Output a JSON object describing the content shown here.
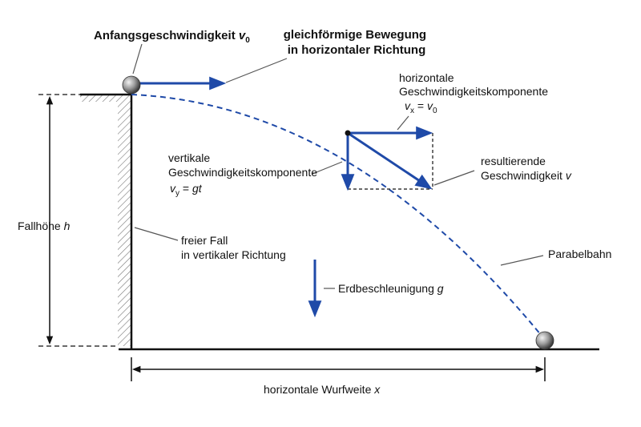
{
  "colors": {
    "accent": "#1f4aa8",
    "ink": "#111111",
    "leader": "#555555",
    "hatch": "#777777"
  },
  "labels": {
    "initial_velocity": {
      "text": "Anfangsgeschwindigkeit",
      "symbol": "v",
      "subscript": "0"
    },
    "uniform_motion_line1": "gleichförmige Bewegung",
    "uniform_motion_line2": "in horizontaler Richtung",
    "horizontal_component_line1": "horizontale",
    "horizontal_component_line2": "Geschwindigkeitskomponente",
    "horizontal_component_formula": {
      "symbol": "v",
      "subscript": "x",
      "rhs_symbol": "v",
      "rhs_subscript": "0"
    },
    "vertical_component_line1": "vertikale",
    "vertical_component_line2": "Geschwindigkeitskomponente",
    "vertical_component_formula": {
      "symbol": "v",
      "subscript": "y",
      "rhs": "gt"
    },
    "resulting_velocity_line1": "resultierende",
    "resulting_velocity_line2": "Geschwindigkeit",
    "resulting_velocity_symbol": "v",
    "drop_height": {
      "text": "Fallhöhe",
      "symbol": "h"
    },
    "free_fall_line1": "freier Fall",
    "free_fall_line2": "in vertikaler Richtung",
    "gravity": {
      "text": "Erdbeschleunigung",
      "symbol": "g"
    },
    "trajectory": "Parabelbahn",
    "horizontal_range": {
      "text": "horizontale Wurfweite",
      "symbol": "x"
    }
  }
}
